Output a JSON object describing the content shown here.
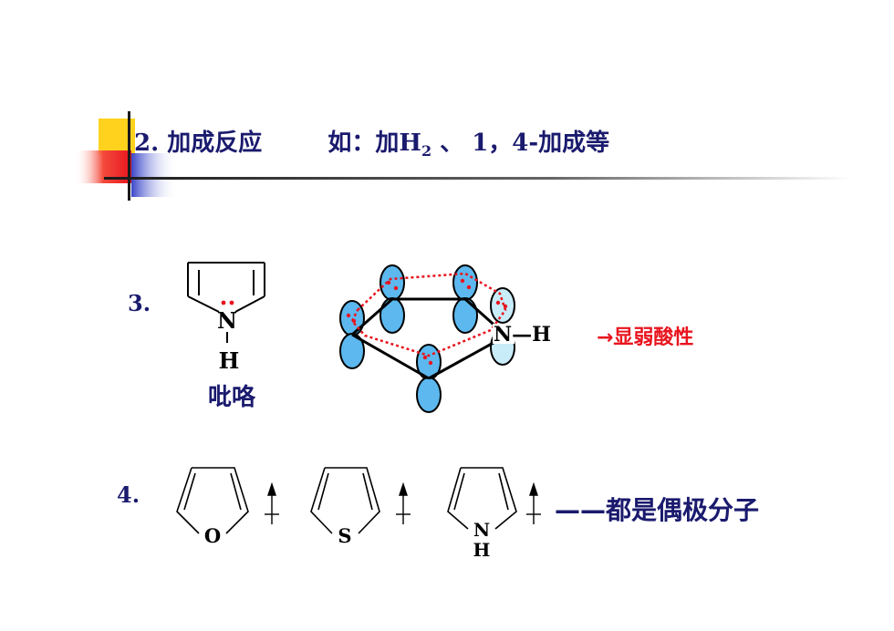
{
  "slide": {
    "heading": {
      "number": "2.",
      "topic": "加成反应",
      "example_prefix": "如：加H",
      "example_sub": "2",
      "example_rest": "、 1，4-加成等"
    },
    "item3": {
      "number": "3.",
      "pyrrole_n": "N",
      "pyrrole_h": "H",
      "pyrrole_name": "吡咯",
      "orbital_nh": "N—H",
      "note": "→显弱酸性"
    },
    "item4": {
      "number": "4.",
      "furan_atom": "O",
      "thiophene_atom": "S",
      "pyrrole_atom": "N",
      "pyrrole_h": "H",
      "note": "——都是偶极分子"
    }
  },
  "colors": {
    "text_navy": "#1a1a6e",
    "accent_red": "#e8141e",
    "orbital_blue": "#5cb8ee",
    "orbital_light": "#c8ecf8",
    "deco_yellow": "#ffd21e",
    "deco_blue": "#3a46c8"
  },
  "icons": {
    "dipole_arrow": "dipole-arrow-icon",
    "lone_pair": "lone-pair-dots-icon"
  }
}
